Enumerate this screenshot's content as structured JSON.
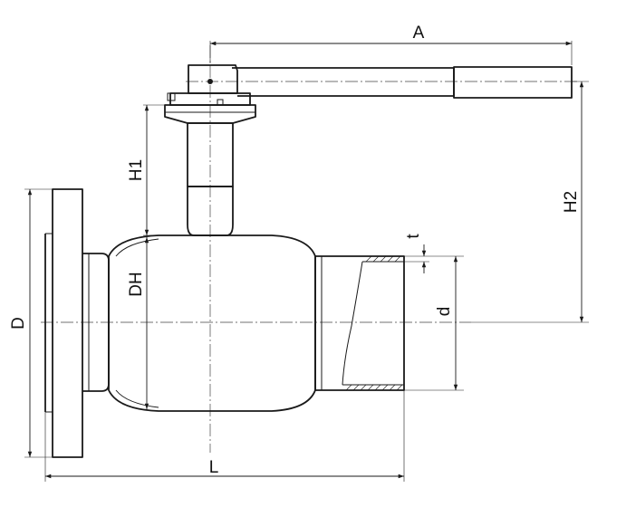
{
  "drawing": {
    "labels": {
      "A": "A",
      "H1": "H1",
      "H2": "H2",
      "DH": "DH",
      "D": "D",
      "L": "L",
      "d": "d",
      "t": "t"
    },
    "line_color": "#1a1a1a"
  }
}
